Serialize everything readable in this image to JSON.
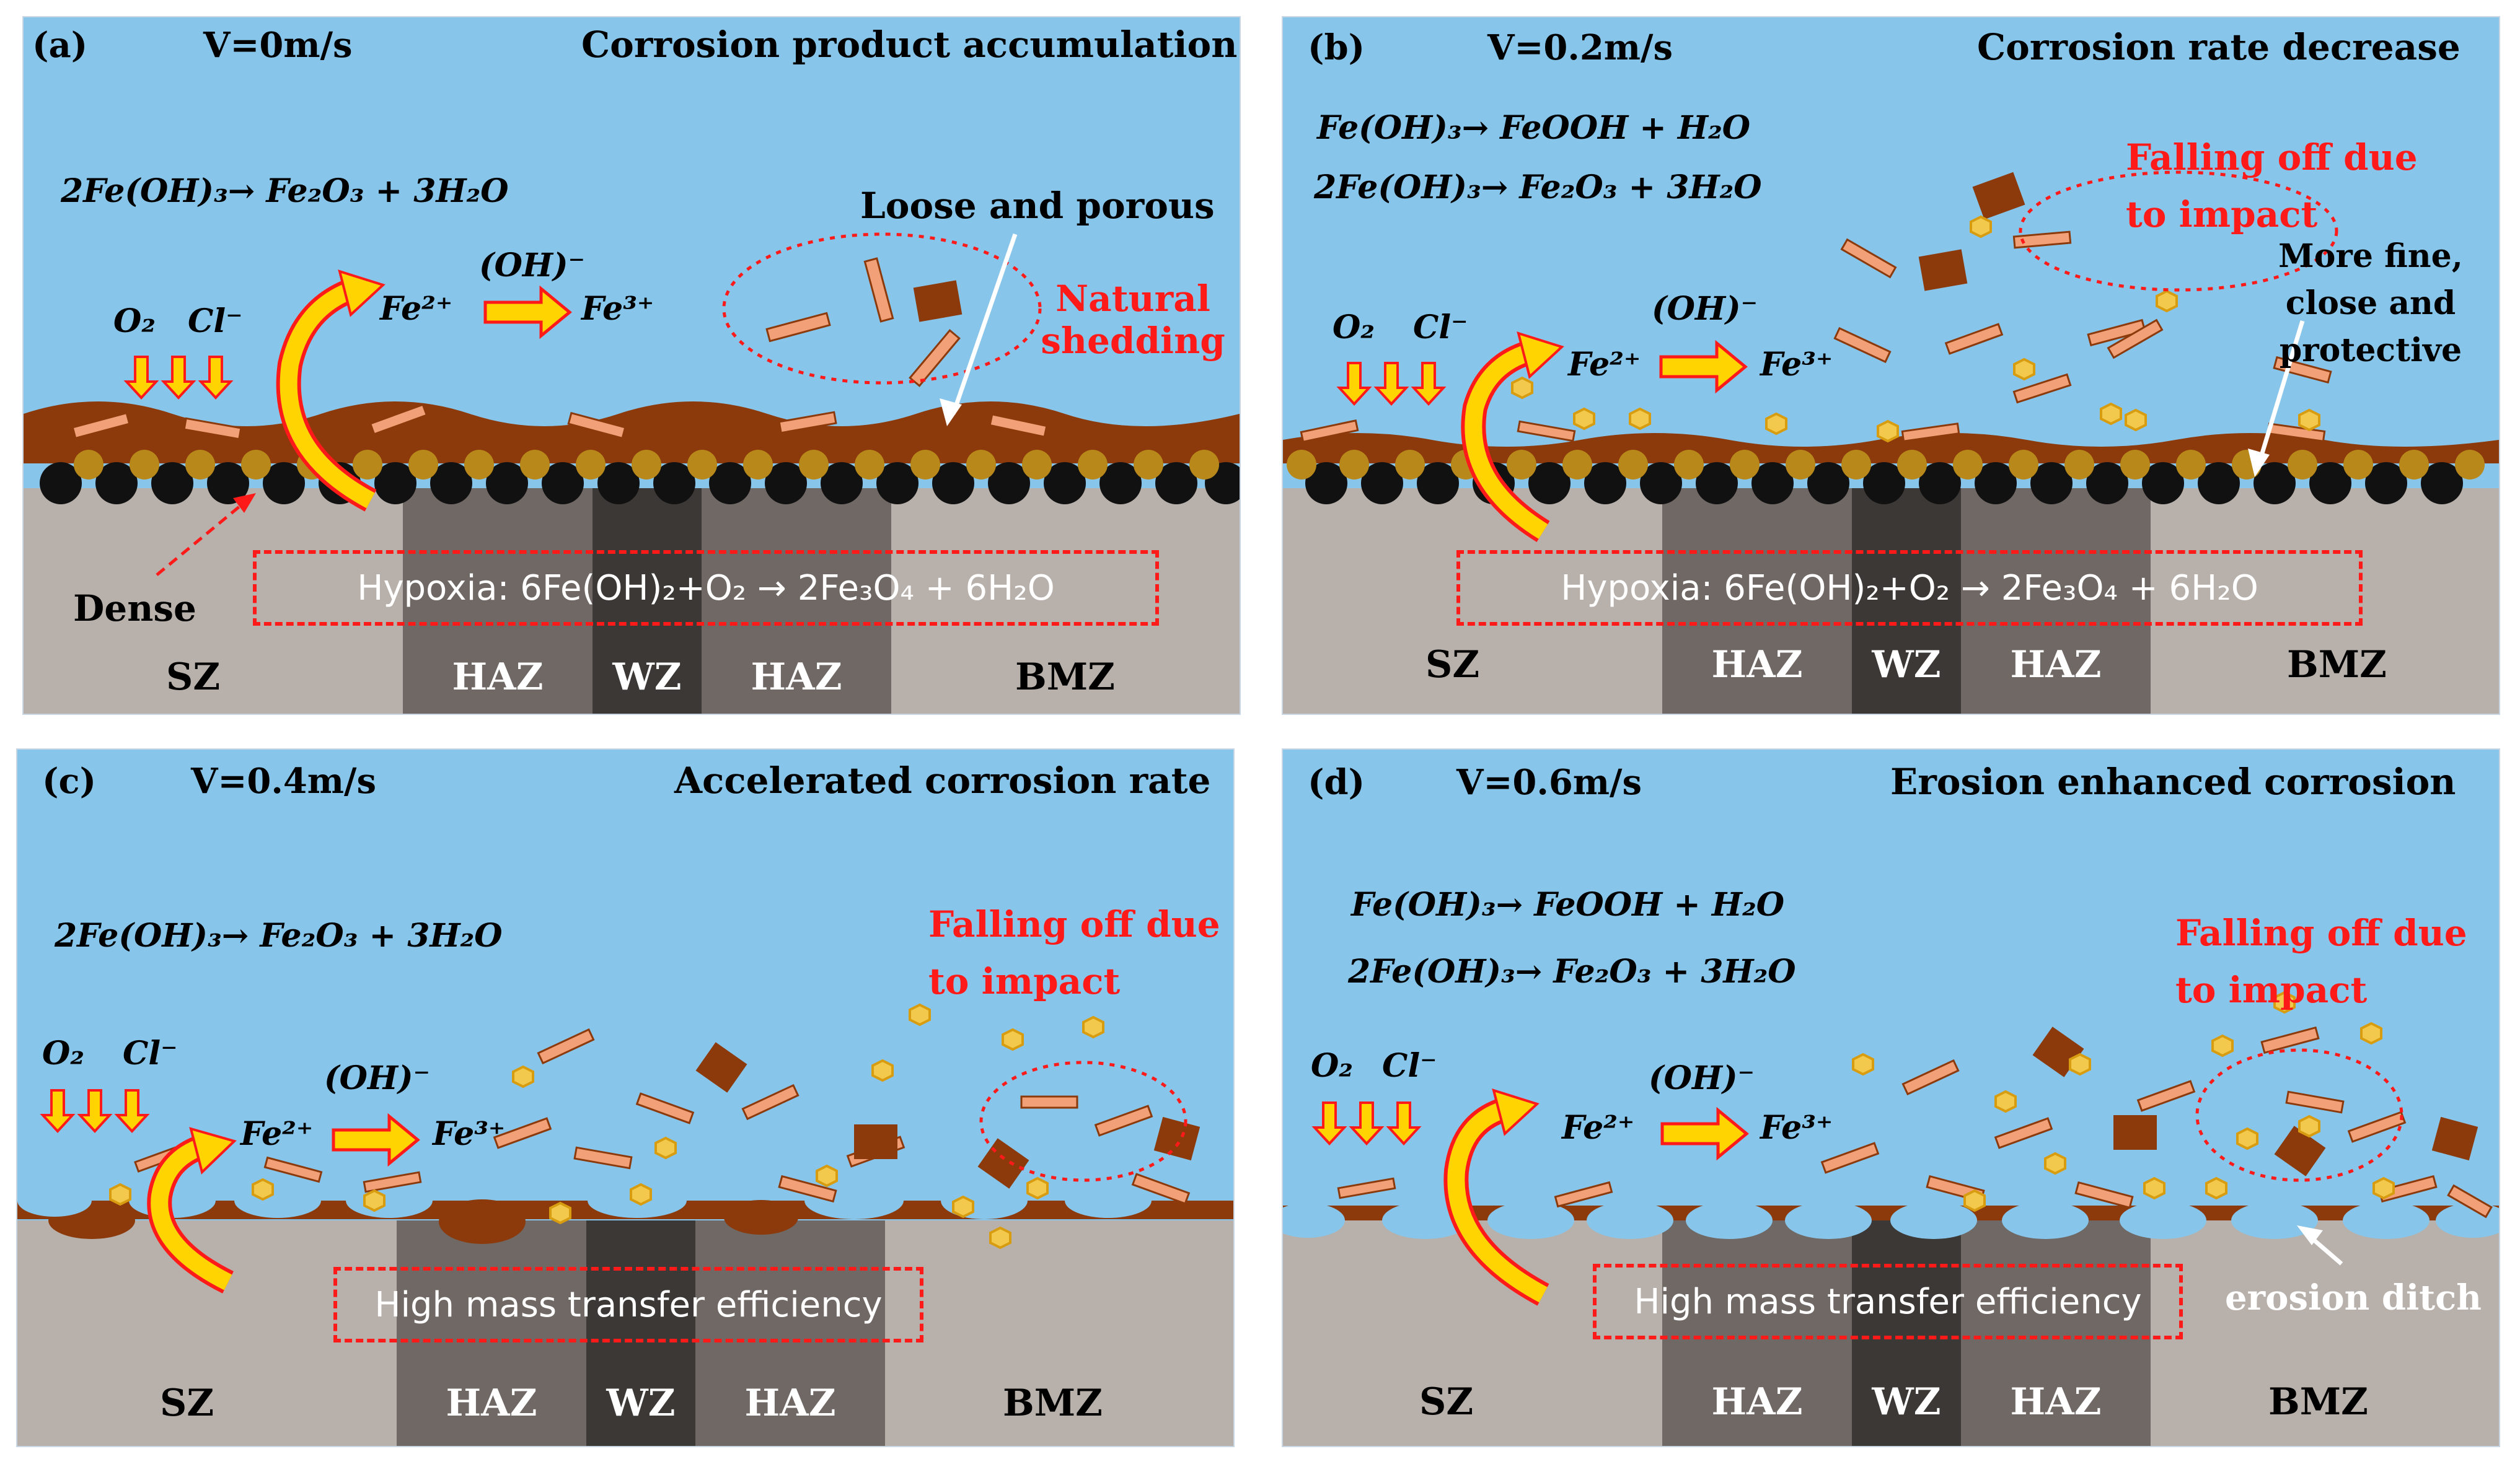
{
  "colors": {
    "water": "#87c6ea",
    "layer": "#8c3a0b",
    "metal": "#b7b0ab",
    "haz": "#6f6864",
    "wz": "#3c3836",
    "redText": "#ff1a1a"
  },
  "panels": [
    {
      "id": "a",
      "label": "(a)",
      "velocity": "V=0m/s",
      "title": "Corrosion product accumulation",
      "eq1": "2Fe(OH)₃→ Fe₂O₃ + 3H₂O",
      "eq2": "",
      "o2": "O₂",
      "cl": "Cl⁻",
      "fe2": "Fe²⁺",
      "oh": "(OH)⁻",
      "fe3": "Fe³⁺",
      "annot1": "Loose and porous",
      "annot2": "Natural shedding",
      "annot3": "Dense",
      "box": "Hypoxia:  6Fe(OH)₂+O₂ → 2Fe₃O₄ + 6H₂O",
      "zones": [
        "SZ",
        "HAZ",
        "WZ",
        "HAZ",
        "BMZ"
      ]
    },
    {
      "id": "b",
      "label": "(b)",
      "velocity": "V=0.2m/s",
      "title": "Corrosion rate decrease",
      "eq1": "Fe(OH)₃→ FeOOH + H₂O",
      "eq2": "2Fe(OH)₃→ Fe₂O₃ + 3H₂O",
      "o2": "O₂",
      "cl": "Cl⁻",
      "fe2": "Fe²⁺",
      "oh": "(OH)⁻",
      "fe3": "Fe³⁺",
      "annot1": "Falling off due to impact",
      "annot2": "More fine, close and protective",
      "annot3": "",
      "box": "Hypoxia:  6Fe(OH)₂+O₂ → 2Fe₃O₄ + 6H₂O",
      "zones": [
        "SZ",
        "HAZ",
        "WZ",
        "HAZ",
        "BMZ"
      ]
    },
    {
      "id": "c",
      "label": "(c)",
      "velocity": "V=0.4m/s",
      "title": "Accelerated corrosion rate",
      "eq1": "2Fe(OH)₃→ Fe₂O₃ + 3H₂O",
      "eq2": "",
      "o2": "O₂",
      "cl": "Cl⁻",
      "fe2": "Fe²⁺",
      "oh": "(OH)⁻",
      "fe3": "Fe³⁺",
      "annot1": "Falling off due to impact",
      "annot2": "",
      "annot3": "",
      "box": "High mass transfer efficiency",
      "zones": [
        "SZ",
        "HAZ",
        "WZ",
        "HAZ",
        "BMZ"
      ]
    },
    {
      "id": "d",
      "label": "(d)",
      "velocity": "V=0.6m/s",
      "title": "Erosion enhanced corrosion",
      "eq1": "Fe(OH)₃→ FeOOH + H₂O",
      "eq2": "2Fe(OH)₃→ Fe₂O₃ + 3H₂O",
      "o2": "O₂",
      "cl": "Cl⁻",
      "fe2": "Fe²⁺",
      "oh": "(OH)⁻",
      "fe3": "Fe³⁺",
      "annot1": "Falling off due to impact",
      "annot2": "erosion ditch",
      "annot3": "",
      "box": "High mass transfer efficiency",
      "zones": [
        "SZ",
        "HAZ",
        "WZ",
        "HAZ",
        "BMZ"
      ]
    }
  ]
}
